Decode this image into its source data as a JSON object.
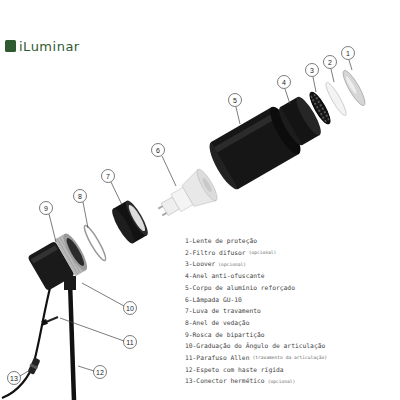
{
  "diagram": {
    "labels": [
      "iLuminar",
      "1",
      "2",
      "3",
      "4",
      "5",
      "6",
      "7",
      "8",
      "9",
      "10",
      "11",
      "12",
      "13",
      "1-Lente de proteção",
      "2-Filtro difusor",
      "(opcional)",
      "3-Loover",
      "(opcional)",
      "4-Anel anti-ofuscante",
      "5-Corpo de alumínio reforçado",
      "6-Lâmpada GU-10",
      "7-Luva de travamento",
      "8-Anel de vedação",
      "9-Rosca de bipartição",
      "10-Graduação do Ângulo de articulação",
      "11-Parafuso Allen",
      "(travamento da articulação)",
      "12-Espeto com haste rígida",
      "13-Conector hermético",
      "(opcional)"
    ]
  }
}
